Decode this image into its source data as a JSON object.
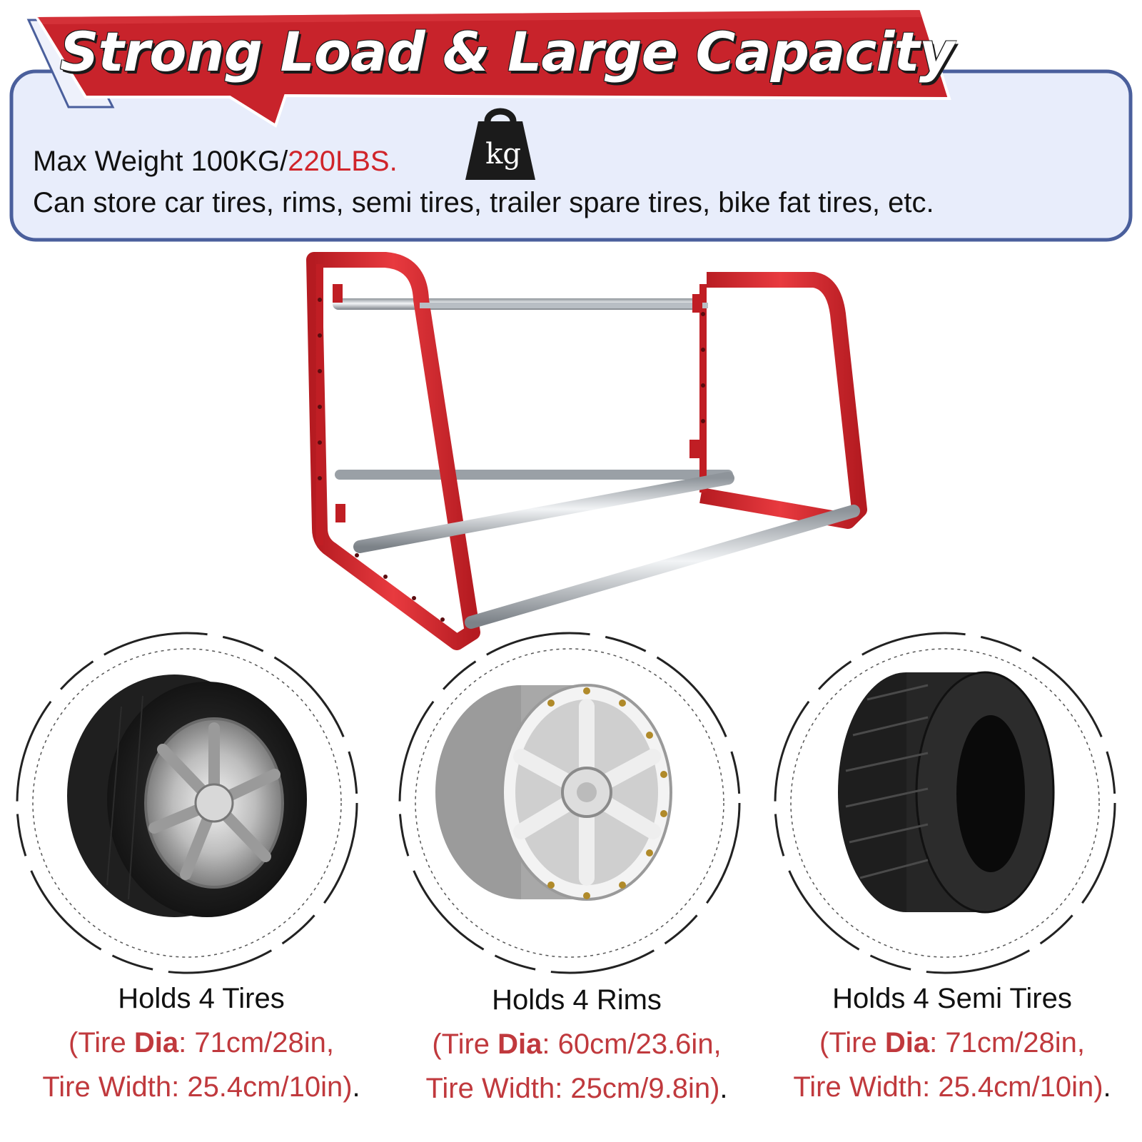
{
  "banner": {
    "title": "Strong Load & Large Capacity",
    "color": "#c8232b"
  },
  "info": {
    "weight_prefix": "Max Weight 100KG/",
    "weight_accent": "220LBS.",
    "weight_icon": "kg-weight-icon",
    "weight_icon_label": "kg",
    "storage_text": "Can store car tires, rims, semi tires, trailer spare tires, bike fat tires, etc.",
    "panel_color": "#e8edfb",
    "border_color": "#4a5f9c"
  },
  "product": {
    "icon": "tire-rack-image",
    "frame_color": "#d7262c",
    "bar_color": "#c4c8cc"
  },
  "items": [
    {
      "title": "Holds 4 Tires",
      "icon": "tire-with-rim-image",
      "spec_open": "(Tire ",
      "spec_bold": "Dia",
      "spec_rest": ": 71cm/28in,",
      "width_text": "Tire Width: 25.4cm/10in)",
      "end": "."
    },
    {
      "title": "Holds 4 Rims",
      "icon": "rim-image",
      "spec_open": "(Tire ",
      "spec_bold": "Dia",
      "spec_rest": ": 60cm/23.6in,",
      "width_text": "Tire Width: 25cm/9.8in)",
      "end": "."
    },
    {
      "title": "Holds 4 Semi Tires",
      "icon": "semi-tire-image",
      "spec_open": "(Tire ",
      "spec_bold": "Dia",
      "spec_rest": ": 71cm/28in,",
      "width_text": "Tire Width: 25.4cm/10in)",
      "end": "."
    }
  ],
  "accent_color": "#c0393d"
}
